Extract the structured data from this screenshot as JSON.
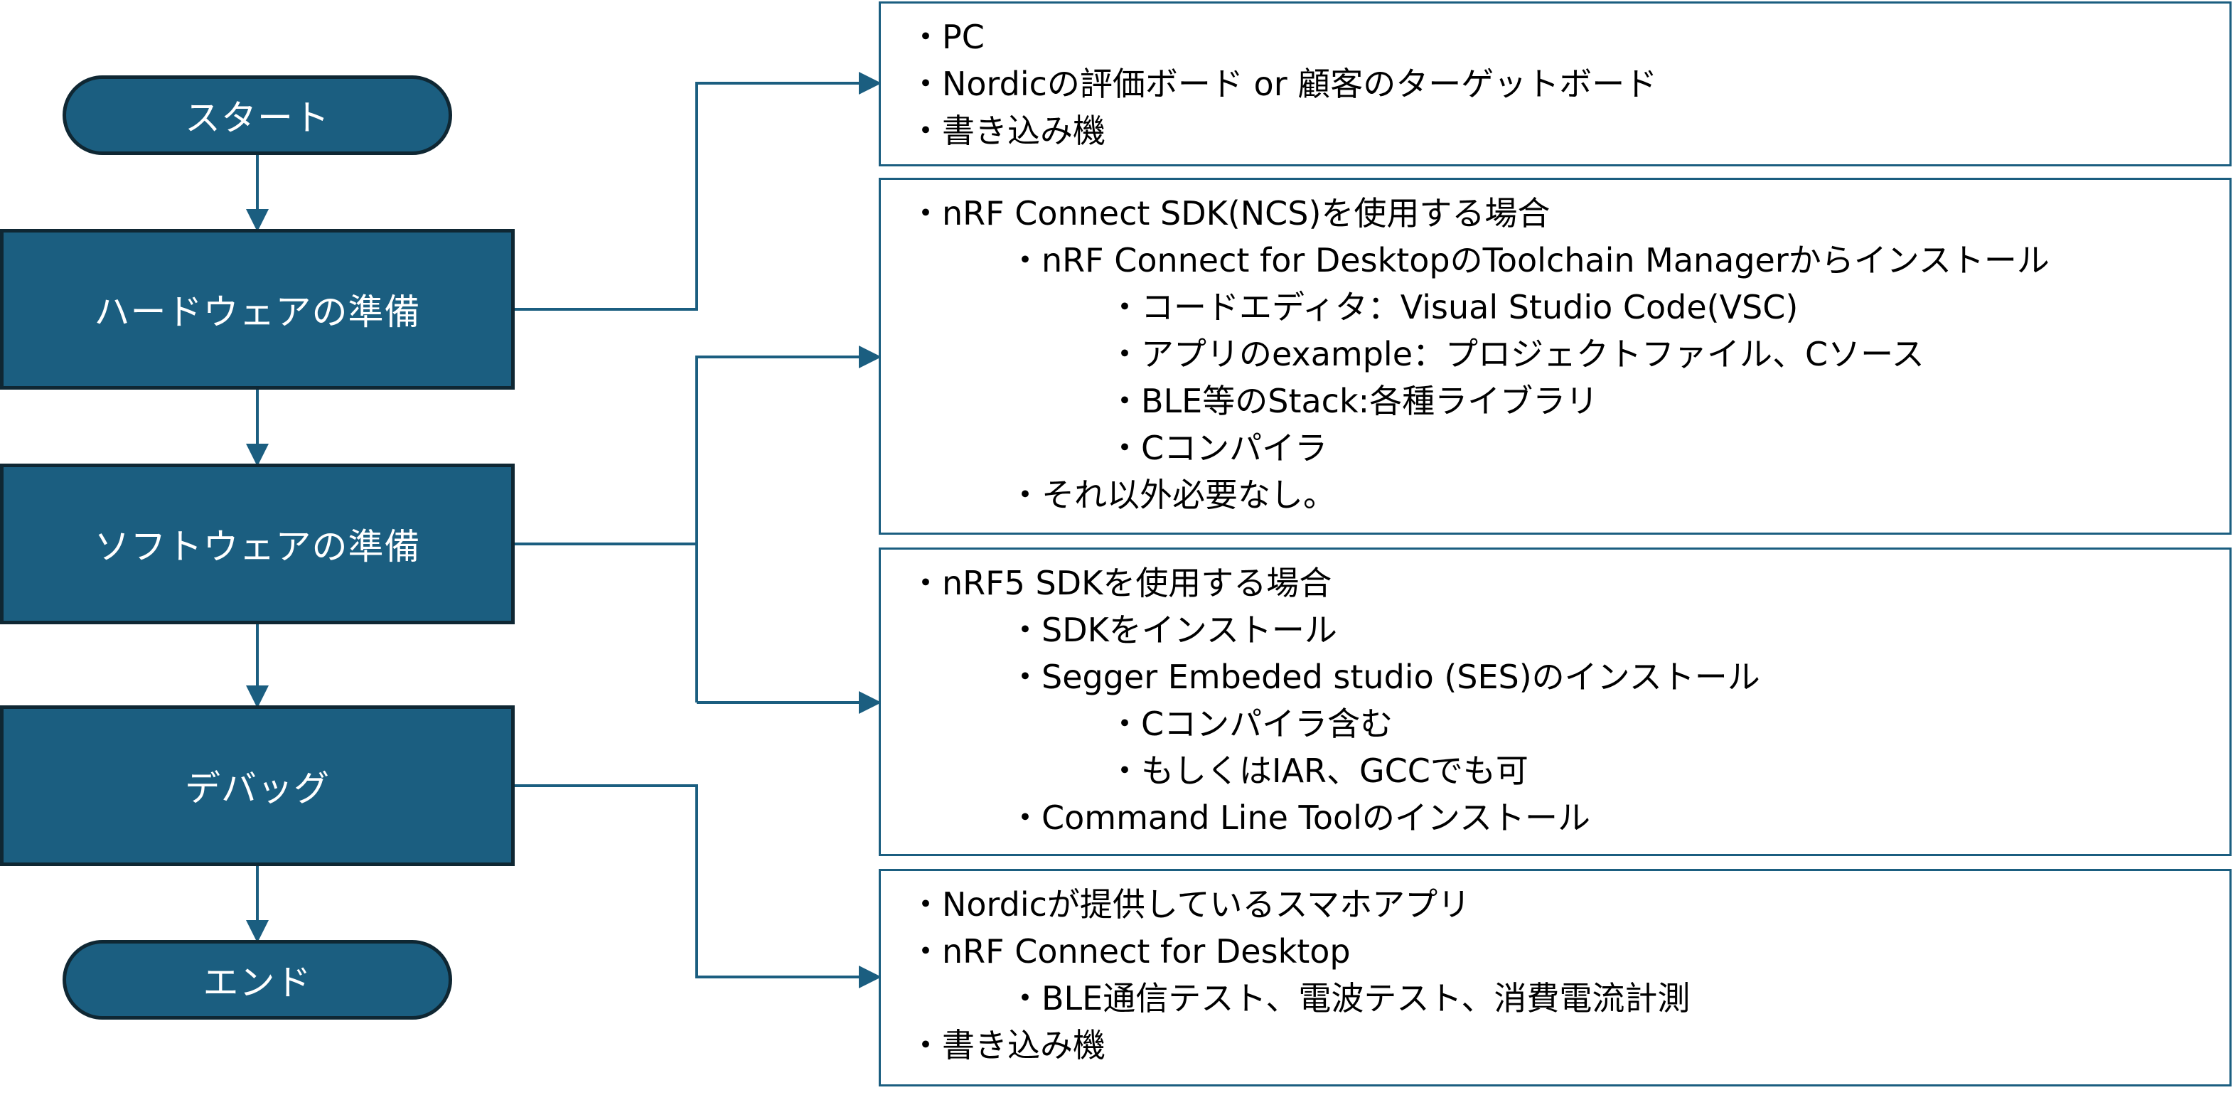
{
  "flow": {
    "start": "スタート",
    "hardware": "ハードウェアの準備",
    "software": "ソフトウェアの準備",
    "debug": "デバッグ",
    "end": "エンド"
  },
  "boxes": {
    "hardware": [
      "・PC",
      "・Nordicの評価ボード or 顧客のターゲットボード",
      "・書き込み機"
    ],
    "ncs": [
      "・nRF Connect SDK(NCS)を使用する場合",
      "・nRF Connect for DesktopのToolchain Managerからインストール",
      "・コードエディタ：Visual Studio Code(VSC)",
      "・アプリのexample：プロジェクトファイル、Cソース",
      "・BLE等のStack:各種ライブラリ",
      "・Cコンパイラ",
      "・それ以外必要なし。"
    ],
    "nrf5": [
      "・nRF5 SDKを使用する場合",
      "・SDKをインストール",
      "・Segger Embeded studio (SES)のインストール",
      "・Cコンパイラ含む",
      "・もしくはIAR、GCCでも可",
      "・Command Line Toolのインストール"
    ],
    "debug": [
      "・Nordicが提供しているスマホアプリ",
      "・nRF Connect for Desktop",
      "・BLE通信テスト、電波テスト、消費電流計測",
      "・書き込み機"
    ]
  },
  "colors": {
    "node_fill": "#1b5e80",
    "node_border": "#0f2733",
    "connector": "#1b5e80"
  }
}
